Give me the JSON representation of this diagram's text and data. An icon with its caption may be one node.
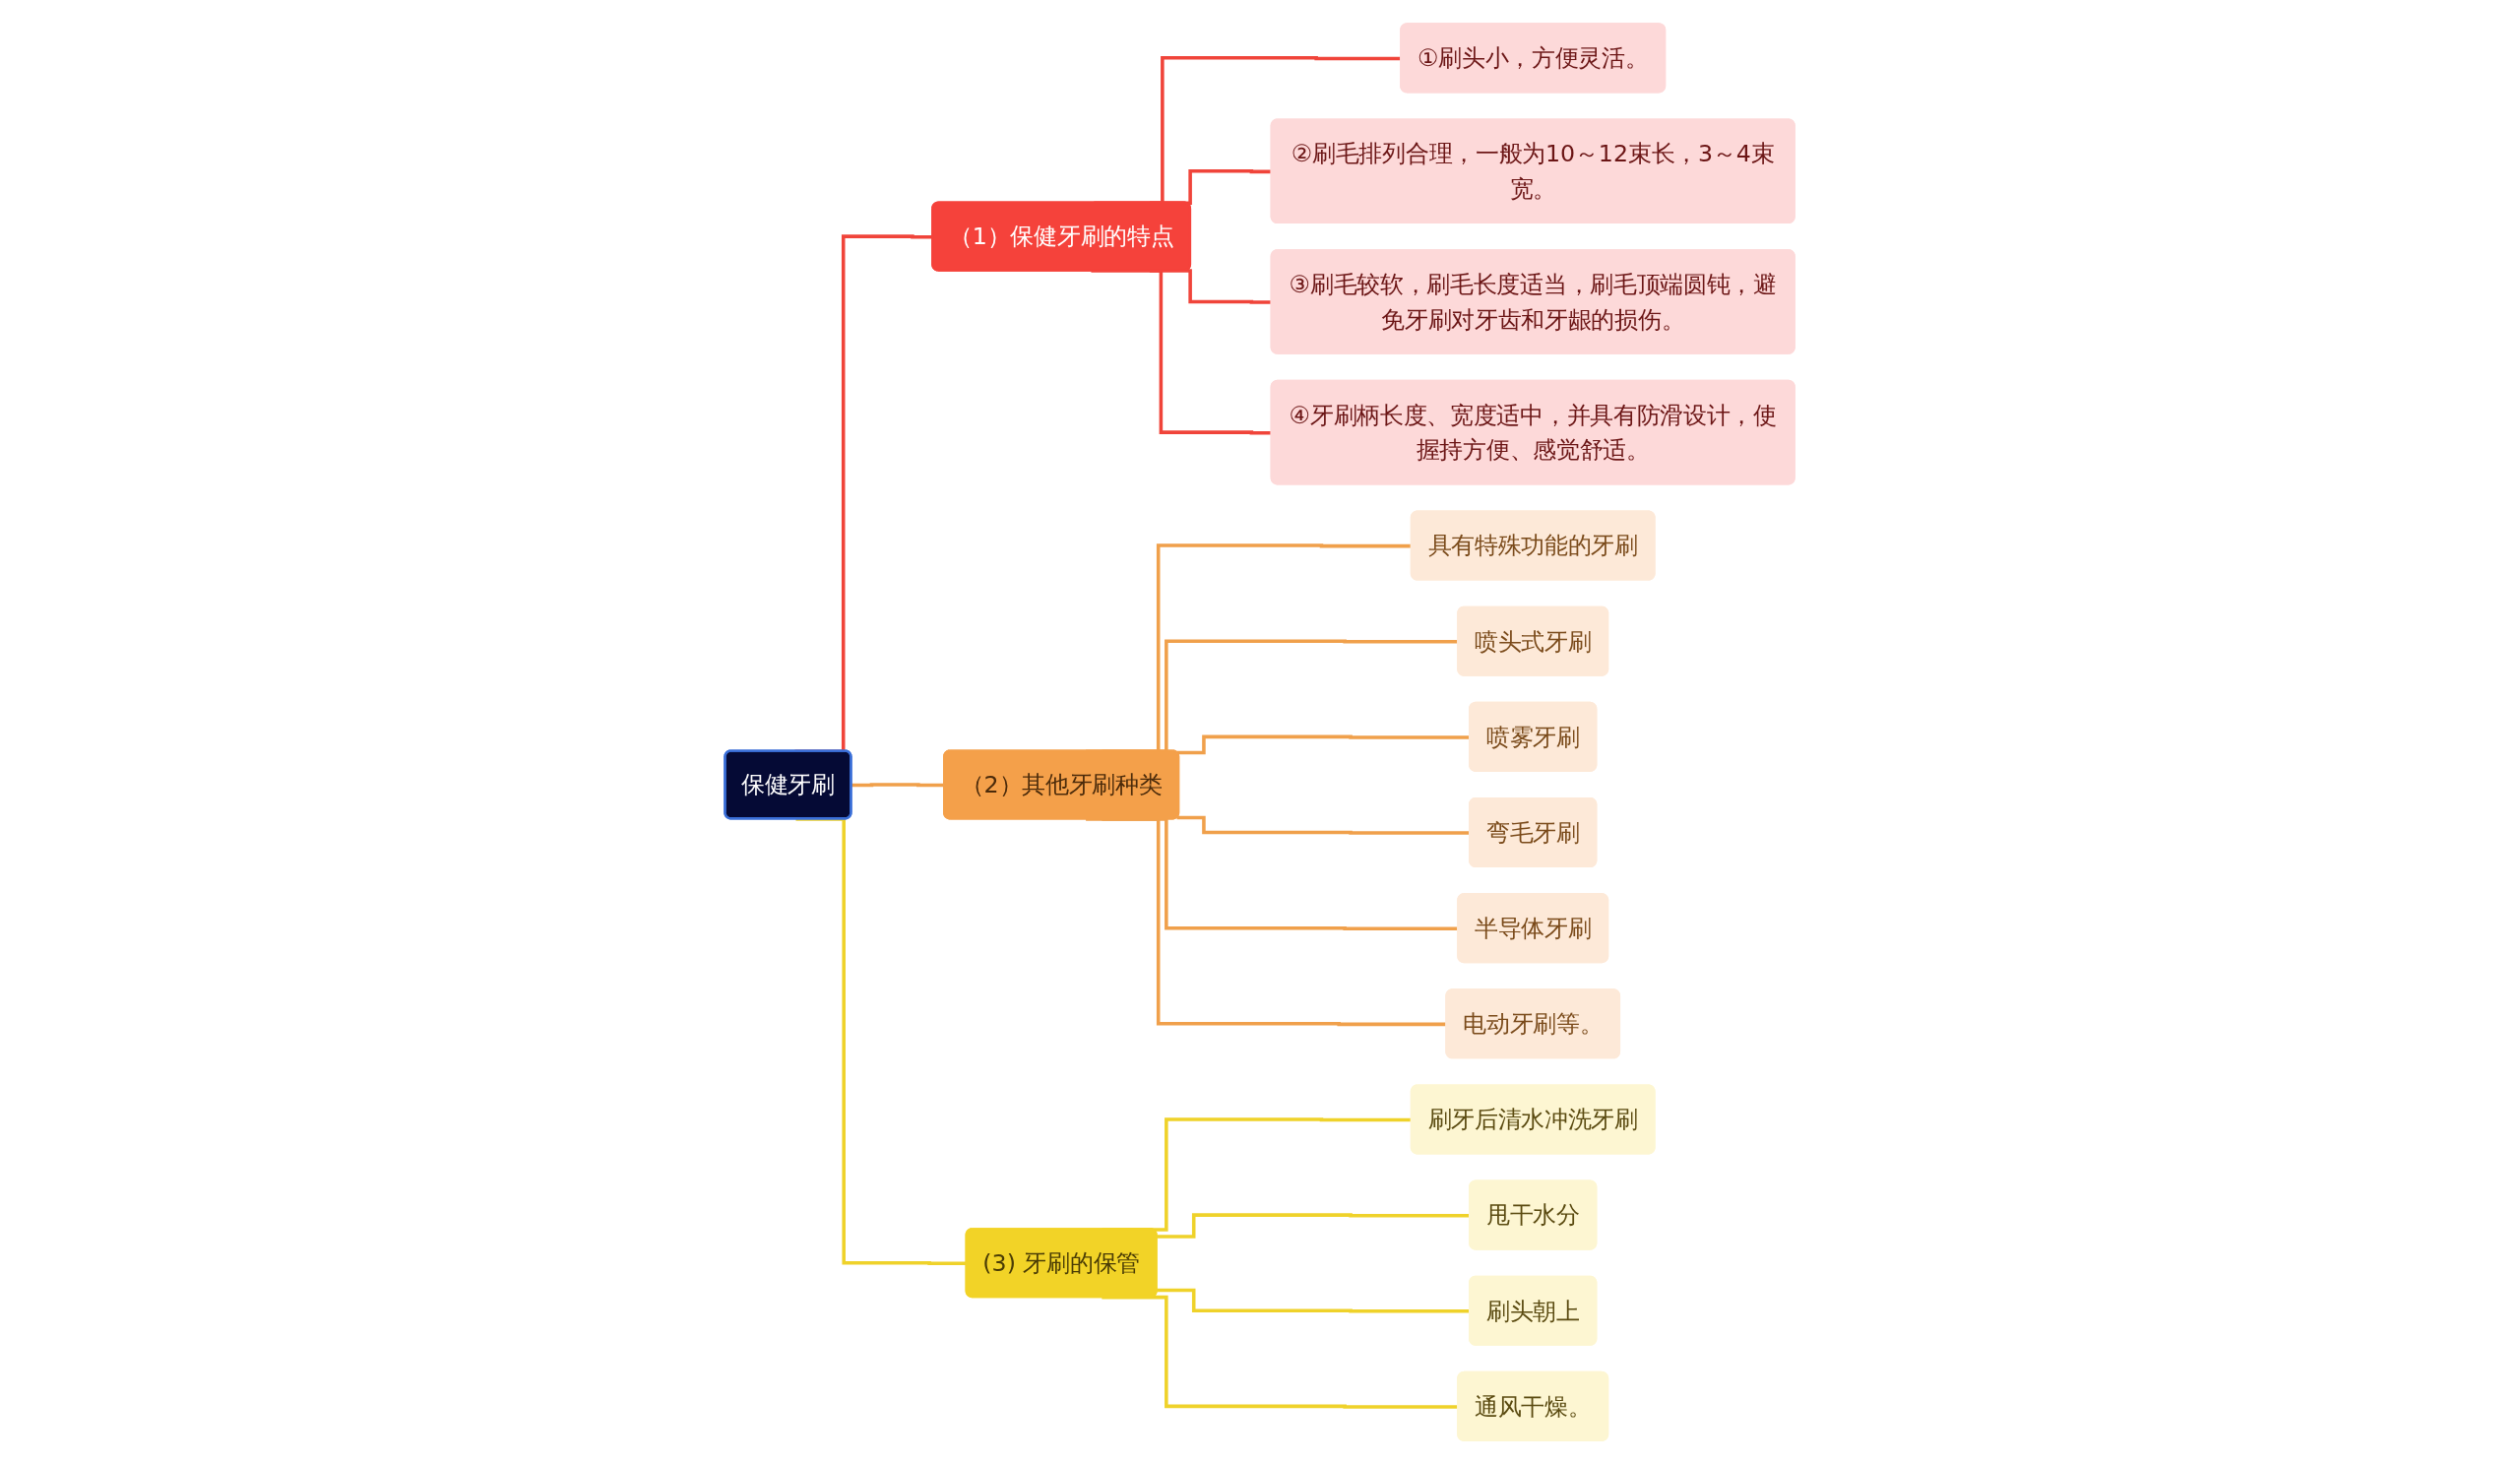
{
  "diagram": {
    "nodes": [
      {
        "text": [
          "保健牙刷"
        ]
      },
      {
        "text": [
          "（1）保健牙刷的特点"
        ]
      },
      {
        "text": [
          "①刷头小，方便灵活。"
        ]
      },
      {
        "text": [
          "②刷毛排列合理，一般为10～12束长，3～4束宽。"
        ]
      },
      {
        "text": [
          "③刷毛较软，刷毛长度适当，刷毛顶端圆钝，避免牙刷对牙齿和牙龈的损伤。"
        ]
      },
      {
        "text": [
          "④牙刷柄长度、宽度适中，并具有防滑设计，使握持方便、感觉舒适。"
        ]
      },
      {
        "text": [
          "（2）其他牙刷种类"
        ]
      },
      {
        "text": [
          "具有特殊功能的牙刷"
        ]
      },
      {
        "text": [
          "喷头式牙刷"
        ]
      },
      {
        "text": [
          "喷雾牙刷"
        ]
      },
      {
        "text": [
          "弯毛牙刷"
        ]
      },
      {
        "text": [
          "半导体牙刷"
        ]
      },
      {
        "text": [
          "电动牙刷等。"
        ]
      },
      {
        "text": [
          "(3) 牙刷的保管"
        ]
      },
      {
        "text": [
          "刷牙后清水冲洗牙刷"
        ]
      },
      {
        "text": [
          "甩干水分"
        ]
      },
      {
        "text": [
          "刷头朝上"
        ]
      },
      {
        "text": [
          "通风干燥。"
        ]
      }
    ],
    "edges": [
      {
        "from": 0,
        "to": 1,
        "arrow": "none",
        "color": "#f0443a"
      },
      {
        "from": 1,
        "to": 2,
        "arrow": "none",
        "color": "#f0443a"
      },
      {
        "from": 1,
        "to": 3,
        "arrow": "none",
        "color": "#f0443a"
      },
      {
        "from": 1,
        "to": 4,
        "arrow": "none",
        "color": "#f0443a"
      },
      {
        "from": 1,
        "to": 5,
        "arrow": "none",
        "color": "#f0443a"
      },
      {
        "from": 0,
        "to": 6,
        "arrow": "none"
      },
      {
        "from": 6,
        "to": 7,
        "arrow": "none"
      },
      {
        "from": 6,
        "to": 8,
        "arrow": "none"
      },
      {
        "from": 6,
        "to": 9,
        "arrow": "none"
      },
      {
        "from": 6,
        "to": 10,
        "arrow": "none"
      },
      {
        "from": 6,
        "to": 11,
        "arrow": "none"
      },
      {
        "from": 6,
        "to": 12,
        "arrow": "none"
      },
      {
        "from": 0,
        "to": 13,
        "arrow": "none",
        "color": "#efd22a"
      },
      {
        "from": 13,
        "to": 14,
        "arrow": "none",
        "color": "#efd22a"
      },
      {
        "from": 13,
        "to": 15,
        "arrow": "none",
        "color": "#efd22a"
      },
      {
        "from": 13,
        "to": 16,
        "arrow": "none",
        "color": "#efd22a"
      },
      {
        "from": 13,
        "to": 17,
        "arrow": "none",
        "color": "#efd22a"
      }
    ]
  }
}
